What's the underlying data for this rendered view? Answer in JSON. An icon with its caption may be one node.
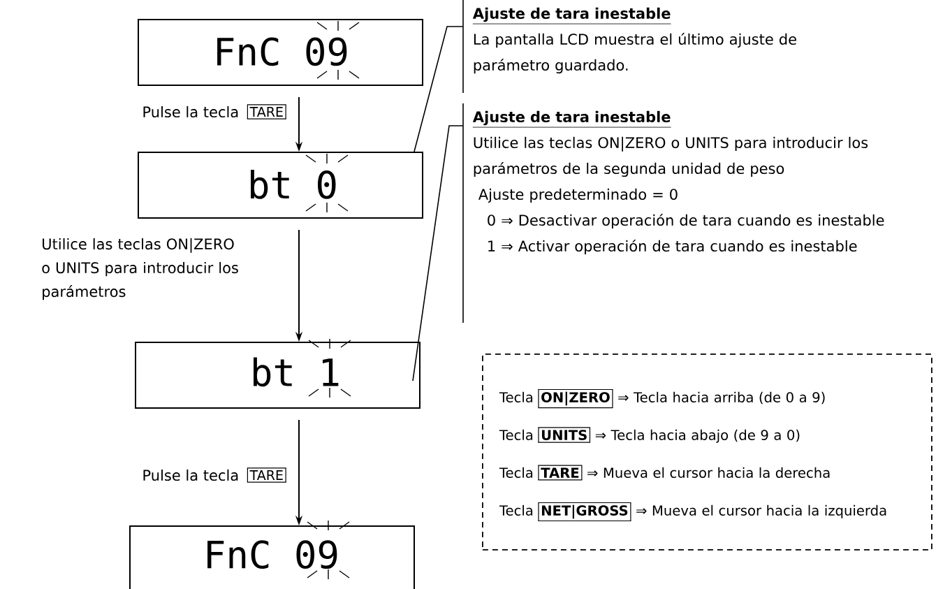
{
  "diagram": {
    "nodes": [
      {
        "text": [
          "FnC 09"
        ]
      },
      {
        "text": [
          "bt 0"
        ]
      },
      {
        "text": [
          "bt 1"
        ]
      },
      {
        "text": [
          "FnC 09"
        ]
      },
      {
        "text": [
          "Ajuste de tara inestable",
          "La pantalla LCD muestra el último ajuste de parámetro guardado."
        ]
      },
      {
        "text": [
          "Ajuste de tara inestable",
          "Utilice las teclas ON|ZERO o UNITS para introducir los parámetros de la segunda unidad de peso",
          "Ajuste predeterminado = 0",
          "0 ⇒ Desactivar operación de tara cuando es inestable",
          "1 ⇒ Activar operación de tara cuando es inestable"
        ]
      },
      {
        "text": [
          "Tecla",
          "ON|ZERO",
          "⇒ Tecla hacia arriba (de 0 a 9)",
          "Tecla",
          "UNITS",
          "⇒ Tecla hacia abajo (de 9 a 0)",
          "Tecla",
          "TARE",
          "⇒ Mueva el cursor hacia la derecha",
          "Tecla",
          "NET|GROSS",
          "⇒ Mueva el cursor hacia la izquierda"
        ]
      }
    ],
    "edges": [
      {
        "from": 0,
        "to": 1,
        "arrow": "to",
        "label": "Pulse la tecla"
      },
      {
        "from": 1,
        "to": 2,
        "arrow": "to",
        "label": "Utilice las teclas ON|ZERO o UNITS para introducir los parámetros"
      },
      {
        "from": 2,
        "to": 3,
        "arrow": "to",
        "label": "Pulse la tecla"
      },
      {
        "from": 4,
        "to": 1,
        "arrow": "none"
      },
      {
        "from": 5,
        "to": 2,
        "arrow": "none"
      }
    ],
    "labels": [
      "TARE",
      "TARE"
    ]
  }
}
